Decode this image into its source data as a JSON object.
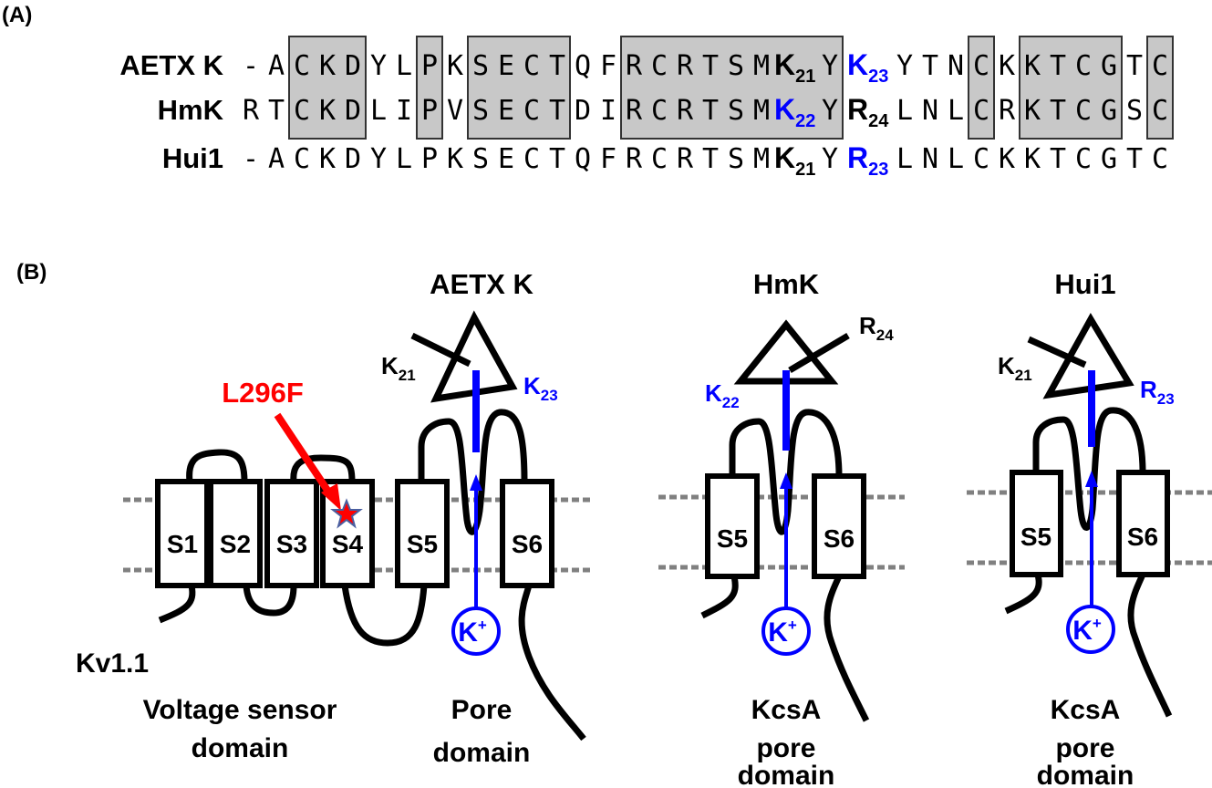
{
  "panel_a": {
    "label": "(A)",
    "sequences": [
      {
        "name": "AETX K",
        "residues": [
          "-",
          "A",
          "C",
          "K",
          "D",
          "Y",
          "L",
          "P",
          "K",
          "S",
          "E",
          "C",
          "T",
          "Q",
          "F",
          "R",
          "C",
          "R",
          "T",
          "S",
          "M",
          {
            "r": "K",
            "sub": "21",
            "color": "black"
          },
          "Y",
          {
            "r": "K",
            "sub": "23",
            "color": "blue"
          },
          "Y",
          "T",
          "N",
          "C",
          "K",
          "K",
          "T",
          "C",
          "G",
          "T",
          "C"
        ]
      },
      {
        "name": "HmK",
        "residues": [
          "R",
          "T",
          "C",
          "K",
          "D",
          "L",
          "I",
          "P",
          "V",
          "S",
          "E",
          "C",
          "T",
          "D",
          "I",
          "R",
          "C",
          "R",
          "T",
          "S",
          "M",
          {
            "r": "K",
            "sub": "22",
            "color": "blue"
          },
          "Y",
          {
            "r": "R",
            "sub": "24",
            "color": "black"
          },
          "L",
          "N",
          "L",
          "C",
          "R",
          "K",
          "T",
          "C",
          "G",
          "S",
          "C"
        ]
      },
      {
        "name": "Hui1",
        "residues": [
          "-",
          "A",
          "C",
          "K",
          "D",
          "Y",
          "L",
          "P",
          "K",
          "S",
          "E",
          "C",
          "T",
          "Q",
          "F",
          "R",
          "C",
          "R",
          "T",
          "S",
          "M",
          {
            "r": "K",
            "sub": "21",
            "color": "black"
          },
          "Y",
          {
            "r": "R",
            "sub": "23",
            "color": "blue"
          },
          "L",
          "N",
          "L",
          "C",
          "K",
          "K",
          "T",
          "C",
          "G",
          "T",
          "C"
        ]
      }
    ],
    "conserved_column_blocks": [
      [
        2,
        4
      ],
      [
        7,
        7
      ],
      [
        9,
        12
      ],
      [
        15,
        22
      ],
      [
        27,
        27
      ],
      [
        29,
        32
      ],
      [
        34,
        34
      ]
    ],
    "shade_color": "#c8c8c8"
  },
  "panel_b": {
    "label": "(B)",
    "kv": {
      "toxin_title": "AETX K",
      "channel_label": "Kv1.1",
      "mutation": "L296F",
      "helices": [
        "S1",
        "S2",
        "S3",
        "S4",
        "S5",
        "S6"
      ],
      "toxin_residue_left": {
        "r": "K",
        "sub": "21"
      },
      "toxin_residue_right": {
        "r": "K",
        "sub": "23"
      },
      "ion": {
        "r": "K",
        "sup": "+"
      },
      "domain_vs": [
        "Voltage sensor",
        "domain"
      ],
      "domain_pore": [
        "Pore",
        "domain"
      ]
    },
    "hmk": {
      "toxin_title": "HmK",
      "helices": [
        "S5",
        "S6"
      ],
      "toxin_residue_left": {
        "r": "K",
        "sub": "22"
      },
      "toxin_residue_right": {
        "r": "R",
        "sub": "24"
      },
      "ion": {
        "r": "K",
        "sup": "+"
      },
      "domain": [
        "KcsA",
        "pore",
        "domain"
      ]
    },
    "hui1": {
      "toxin_title": "Hui1",
      "helices": [
        "S5",
        "S6"
      ],
      "toxin_residue_left": {
        "r": "K",
        "sub": "21"
      },
      "toxin_residue_right": {
        "r": "R",
        "sub": "23"
      },
      "ion": {
        "r": "K",
        "sup": "+"
      },
      "domain": [
        "KcsA",
        "pore",
        "domain"
      ]
    }
  },
  "colors": {
    "blue": "#0000ff",
    "red": "#ff0000",
    "membrane": "#808080"
  }
}
